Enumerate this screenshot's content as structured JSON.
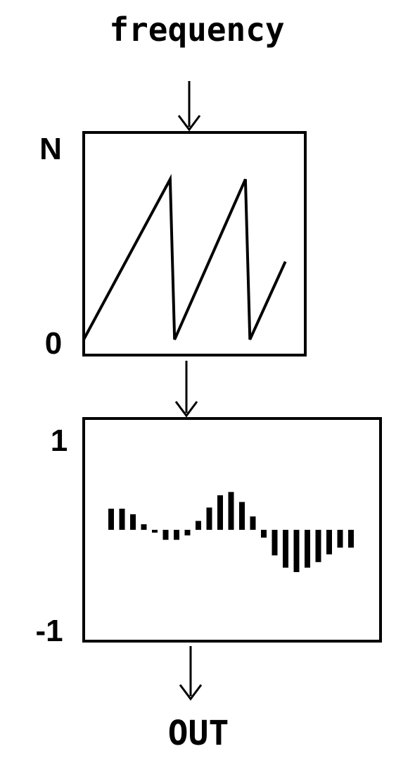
{
  "input_label": "frequency",
  "output_label": "OUT",
  "phasor_block": {
    "top_label": "N",
    "bottom_label": "0",
    "waveform": "sawtooth",
    "points": [
      [
        0,
        0.07
      ],
      [
        0.39,
        0.79
      ],
      [
        0.41,
        0.07
      ],
      [
        0.73,
        0.79
      ],
      [
        0.75,
        0.07
      ],
      [
        0.91,
        0.42
      ]
    ],
    "ylim": [
      0,
      1
    ]
  },
  "wavetable_block": {
    "top_label": "1",
    "bottom_label": "-1",
    "waveform": "sampled-bars",
    "samples": [
      0.19,
      0.19,
      0.14,
      0.05,
      -0.02,
      -0.09,
      -0.09,
      -0.05,
      0.08,
      0.2,
      0.31,
      0.34,
      0.25,
      0.12,
      -0.07,
      -0.23,
      -0.34,
      -0.38,
      -0.34,
      -0.29,
      -0.22,
      -0.16,
      -0.16
    ],
    "ylim": [
      -1,
      1
    ]
  },
  "colors": {
    "line": "#000000",
    "background": "#ffffff"
  }
}
